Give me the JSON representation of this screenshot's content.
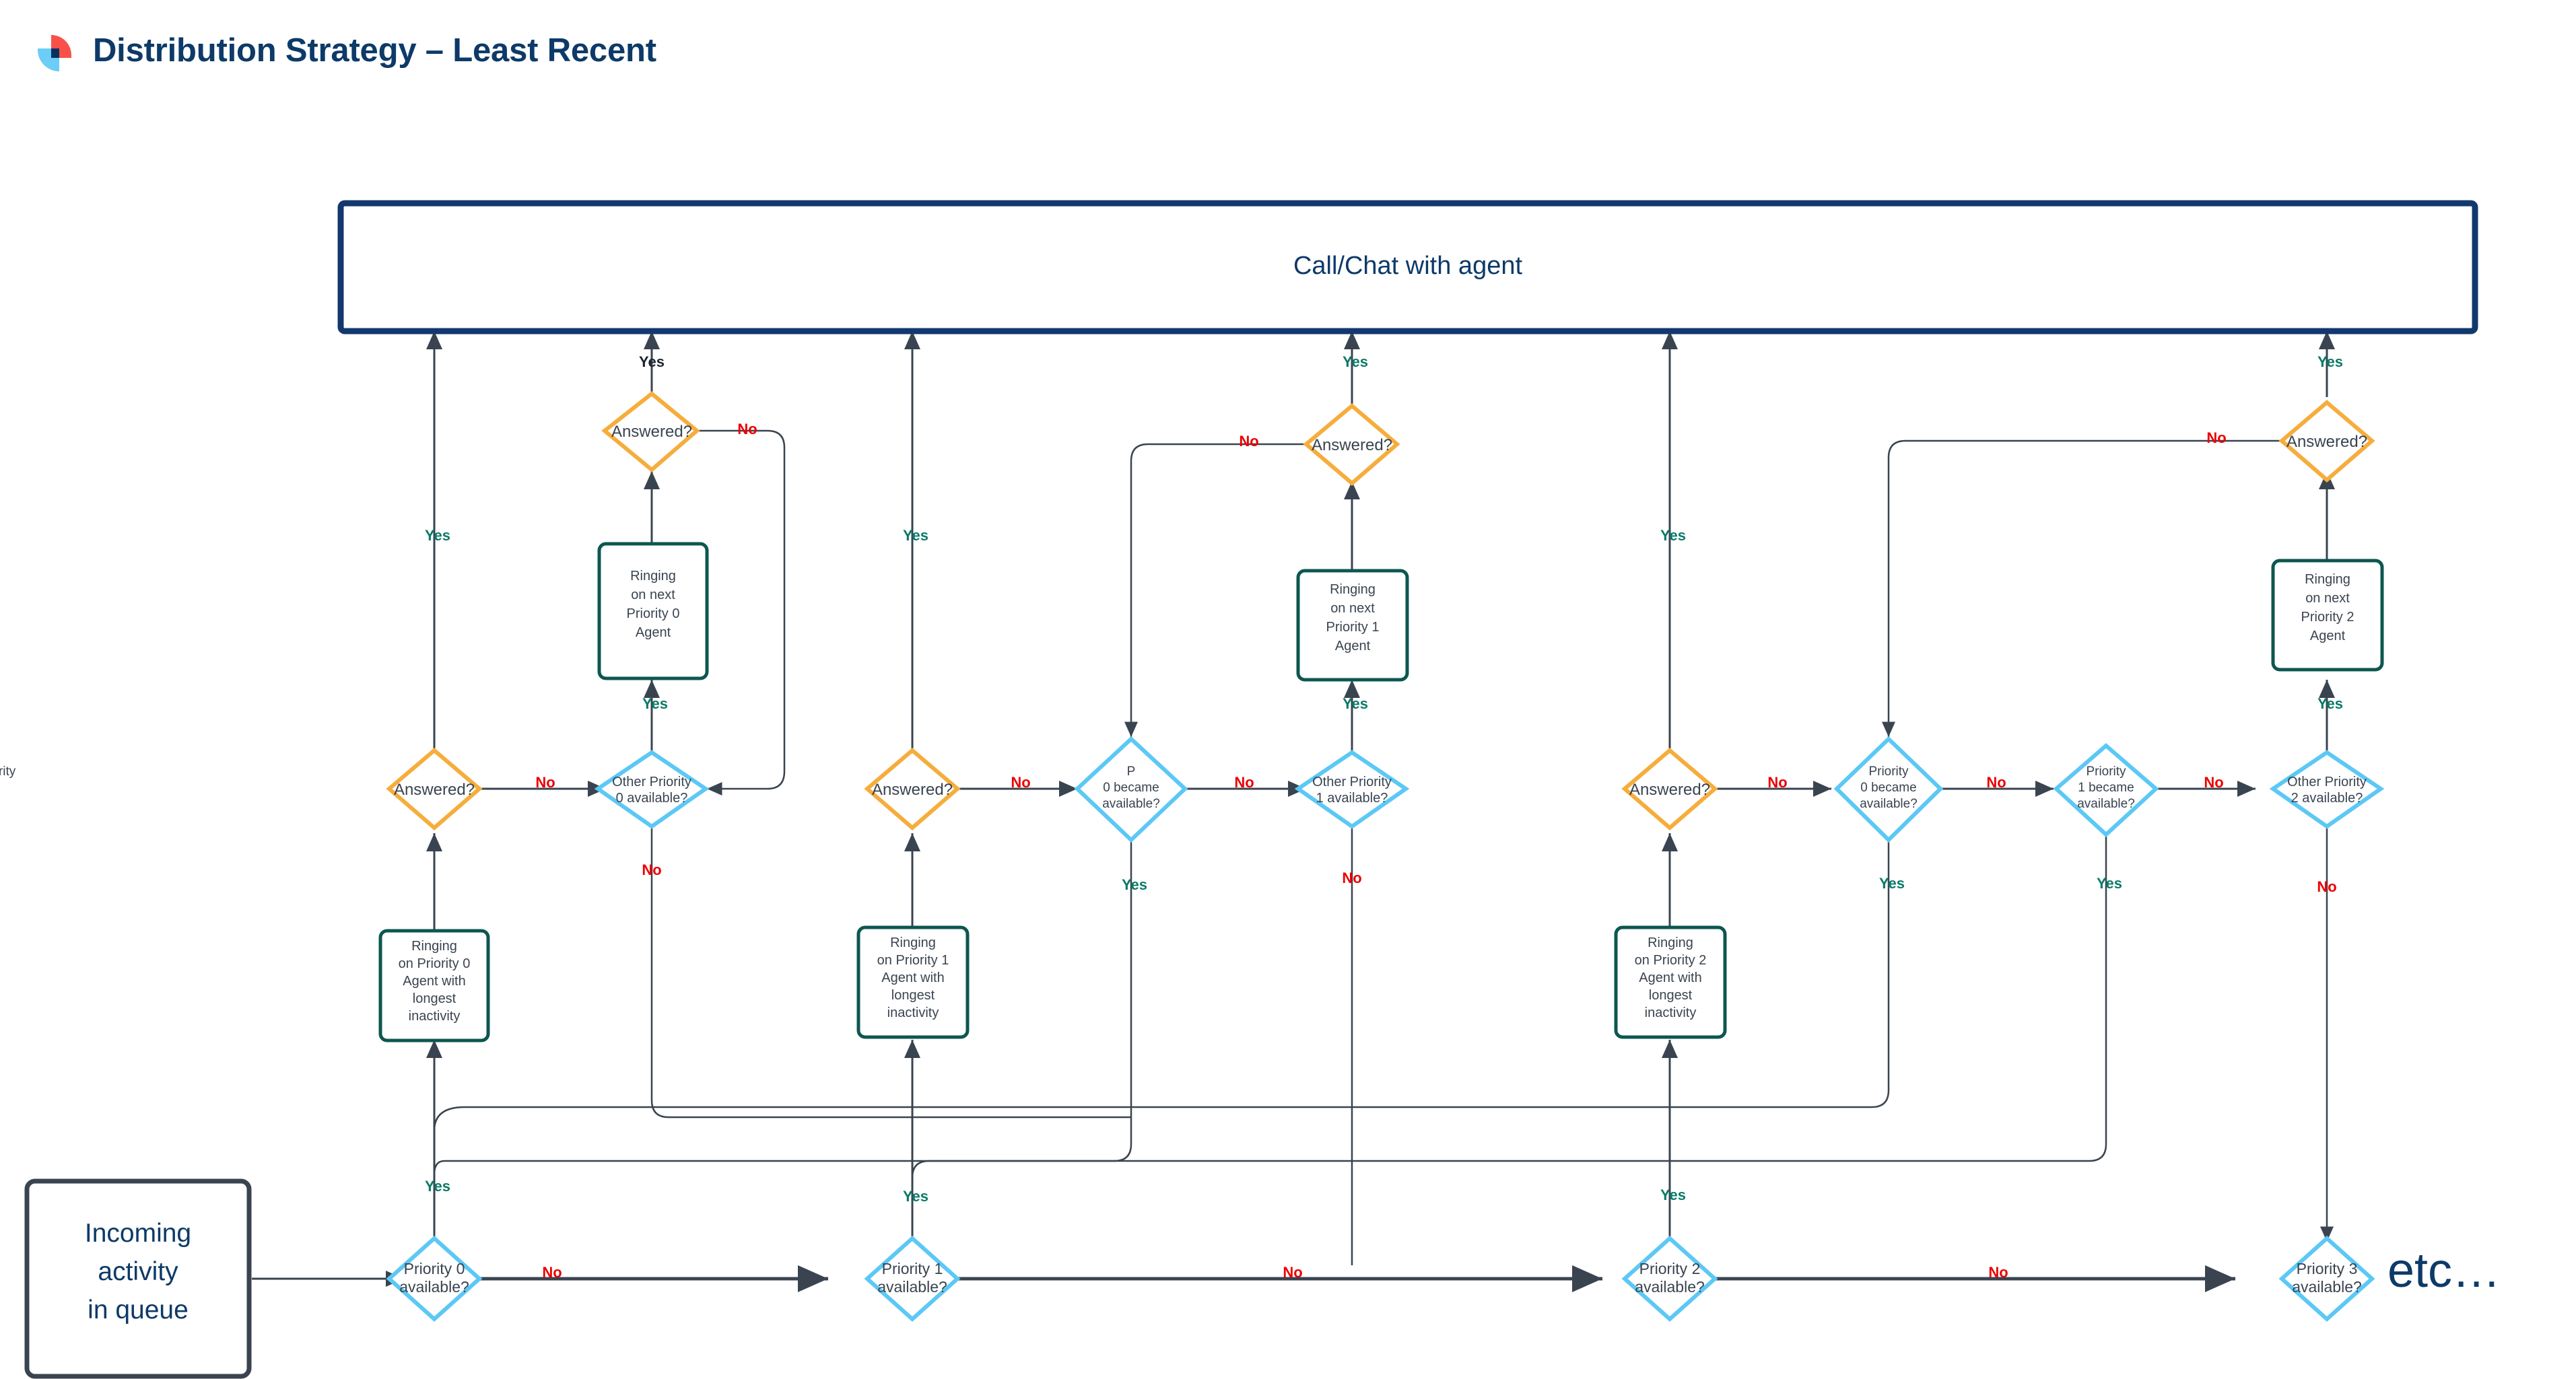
{
  "header": {
    "title": "Distribution Strategy – Least Recent",
    "logo_name": "brand-logo",
    "title_color": "#0d3a68",
    "logo_colors": {
      "red": "#f9514a",
      "blue": "#6ccdf7",
      "navy": "#05315e"
    }
  },
  "palette": {
    "decision_blue": "#5cc8f5",
    "decision_orange": "#f6ad3c",
    "process_teal": "#0d5750",
    "terminator_dark": "#3a4450",
    "top_box_navy": "#13386e",
    "yes_label": "#0b7a68",
    "no_label": "#ec0000",
    "edge_line": "#3a4450",
    "text_dark": "#3a4450",
    "text_navy": "#0d3a68"
  },
  "nodes": {
    "top_bar": {
      "label": "Call/Chat with agent",
      "shape": "rect",
      "color": "#13386e"
    },
    "incoming": {
      "label_line1": "Incoming",
      "label_line2": "activity",
      "label_line3": "in queue",
      "shape": "rect",
      "color": "#3a4450"
    },
    "etc": {
      "label": "etc…"
    },
    "answered": {
      "label": "Answered?",
      "shape": "diamond",
      "color": "#f6ad3c"
    },
    "priority0_available": {
      "label_line1": "Priority 0",
      "label_line2": "available?"
    },
    "priority1_available": {
      "label_line1": "Priority 1",
      "label_line2": "available?"
    },
    "priority2_available": {
      "label_line1": "Priority 2",
      "label_line2": "available?"
    },
    "priority3_available": {
      "label_line1": "Priority 3",
      "label_line2": "available?"
    },
    "other_priority0": {
      "label_line1": "Other Priority",
      "label_line2": "0 available?"
    },
    "other_priority1": {
      "label_line1": "Other Priority",
      "label_line2": "1 available?"
    },
    "other_priority2": {
      "label_line1": "Other Priority",
      "label_line2": "2 available?"
    },
    "p0_became": {
      "label_line1": "Priority",
      "label_line2": "0 became",
      "label_line3": "available?"
    },
    "p1_became": {
      "label_line1": "Priority",
      "label_line2": "1 became",
      "label_line3": "available?"
    },
    "ringing_p0_longest": {
      "lines": [
        "Ringing",
        "on Priority 0",
        "Agent with",
        "longest",
        "inactivity"
      ]
    },
    "ringing_p1_longest": {
      "lines": [
        "Ringing",
        "on Priority 1",
        "Agent with",
        "longest",
        "inactivity"
      ]
    },
    "ringing_p2_longest": {
      "lines": [
        "Ringing",
        "on Priority 2",
        "Agent with",
        "longest",
        "inactivity"
      ]
    },
    "ringing_next_p0": {
      "lines": [
        "Ringing",
        "on next",
        "Priority 0",
        "Agent"
      ]
    },
    "ringing_next_p1": {
      "lines": [
        "Ringing",
        "on next",
        "Priority 1",
        "Agent"
      ]
    },
    "ringing_next_p2": {
      "lines": [
        "Ringing",
        "on next",
        "Priority 2",
        "Agent"
      ]
    }
  },
  "edge_labels": {
    "yes": "Yes",
    "no": "No"
  },
  "chart_data": {
    "type": "diagram",
    "title": "Distribution Strategy – Least Recent",
    "groups": [
      {
        "priority": 0,
        "entry_decision": "Priority 0 available?",
        "ringing_longest": "Ringing on Priority 0 Agent with longest inactivity",
        "answered": "Answered?",
        "other_available": "Other Priority 0 available?",
        "ringing_next": "Ringing on next Priority 0 Agent",
        "answered_2": "Answered?"
      },
      {
        "priority": 1,
        "entry_decision": "Priority 1 available?",
        "ringing_longest": "Ringing on Priority 1 Agent with longest inactivity",
        "answered": "Answered?",
        "became_available": [
          "Priority 0 became available?"
        ],
        "other_available": "Other Priority 1 available?",
        "ringing_next": "Ringing on next Priority 1 Agent",
        "answered_2": "Answered?"
      },
      {
        "priority": 2,
        "entry_decision": "Priority 2 available?",
        "ringing_longest": "Ringing on Priority 2 Agent with longest inactivity",
        "answered": "Answered?",
        "became_available": [
          "Priority 0 became available?",
          "Priority 1 became available?"
        ],
        "other_available": "Other Priority 2 available?",
        "ringing_next": "Ringing on next Priority 2 Agent",
        "answered_2": "Answered?"
      },
      {
        "priority": 3,
        "entry_decision": "Priority 3 available?",
        "continuation": "etc…"
      }
    ],
    "terminals": {
      "start": "Incoming activity in queue",
      "end": "Call/Chat with agent"
    }
  }
}
